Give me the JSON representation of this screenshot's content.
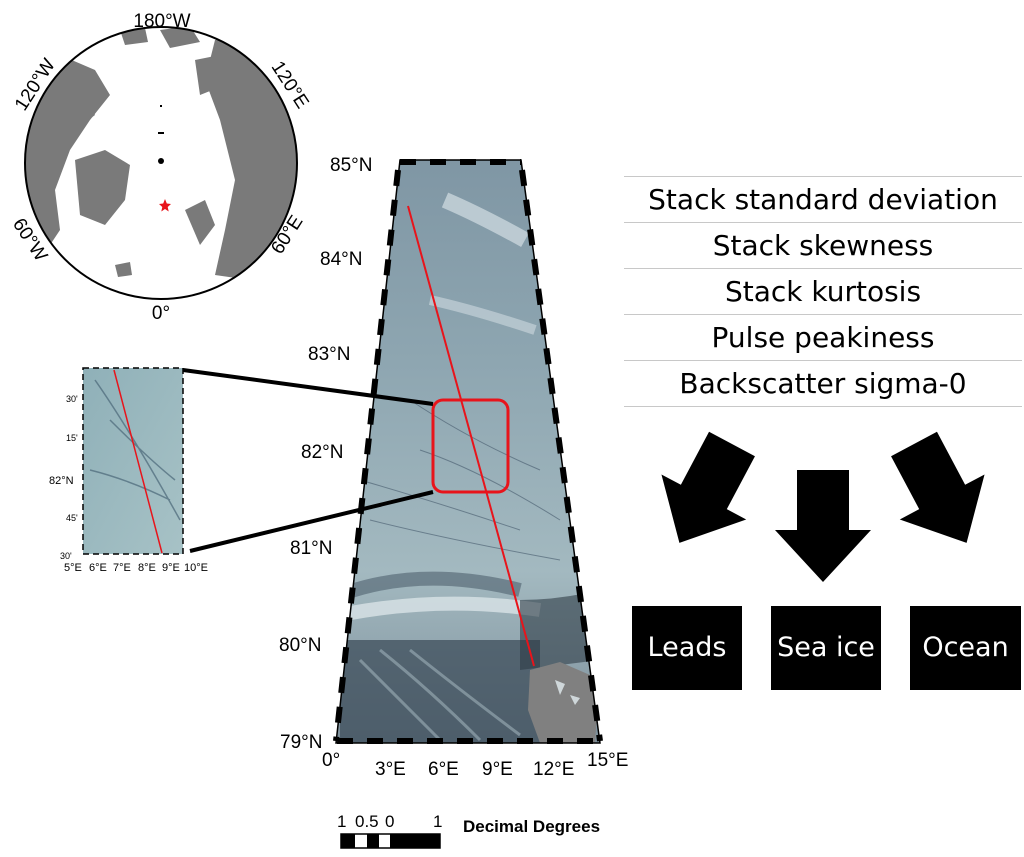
{
  "polar_map": {
    "labels": [
      "180°W",
      "120°W",
      "120°E",
      "60°W",
      "60°E",
      "0°"
    ]
  },
  "main_map": {
    "lat_labels": [
      "85°N",
      "84°N",
      "83°N",
      "82°N",
      "81°N",
      "80°N",
      "79°N"
    ],
    "lon_labels": [
      "0°",
      "3°E",
      "6°E",
      "9°E",
      "12°E",
      "15°E"
    ]
  },
  "inset_map": {
    "lat_labels": [
      "30'",
      "15'",
      "82°N",
      "45'",
      "30'"
    ],
    "lon_labels": [
      "5°E",
      "6°E",
      "7°E",
      "8°E",
      "9°E",
      "10°E"
    ]
  },
  "scale_bar": {
    "ticks": [
      "1",
      "0.5",
      "0",
      "1"
    ],
    "units": "Decimal Degrees"
  },
  "features": [
    "Stack standard deviation",
    "Stack skewness",
    "Stack kurtosis",
    "Pulse peakiness",
    "Backscatter sigma-0"
  ],
  "classes": [
    "Leads",
    "Sea ice",
    "Ocean"
  ],
  "colors": {
    "track": "#e8141b",
    "highlight": "#e8141b",
    "land": "#808080",
    "ocean_imagery": "#8fa8b3",
    "class_box": "#000000"
  }
}
